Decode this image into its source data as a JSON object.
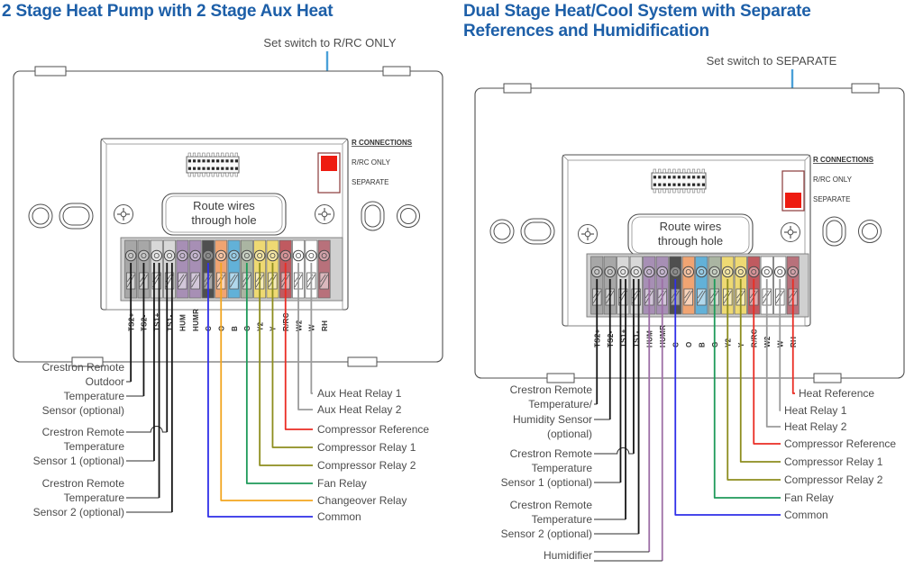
{
  "colors": {
    "title": "#1d5fa8",
    "outline": "#4f4f4f",
    "label_text": "#4c4c4c",
    "small_text": "#333333",
    "callout_line": "#4aa0d8",
    "switch_red": "#ee1b10",
    "switch_outline": "#8a3a3a",
    "terminal_backing": "#d0d0d0",
    "wires": {
      "black": "#161616",
      "blue": "#2f2fe8",
      "orange": "#f2a51f",
      "green": "#1e9a5a",
      "olive": "#8d8d1e",
      "red": "#ea2d24",
      "gray": "#9b9b9b",
      "purple": "#9d6fa6"
    }
  },
  "diagrams": [
    {
      "id": "heat-pump-2stage",
      "title": "2 Stage Heat Pump with 2 Stage Aux Heat",
      "callout": "Set switch to R/RC ONLY",
      "switch_setting": "R/RC ONLY",
      "r_connections": {
        "heading": "R CONNECTIONS",
        "options": [
          "R/RC ONLY",
          "SEPARATE"
        ]
      },
      "route_label": "Route wires\nthrough hole",
      "terminals": [
        {
          "label": "TS2+",
          "color": "#a7a7a7",
          "wires": [
            "black"
          ]
        },
        {
          "label": "TS2-",
          "color": "#a7a7a7",
          "wires": [
            "black"
          ]
        },
        {
          "label": "TS1+",
          "color": "#d8d8d8",
          "wires": [
            "black",
            "black"
          ]
        },
        {
          "label": "TS1-",
          "color": "#d8d8d8",
          "wires": [
            "black",
            "black"
          ]
        },
        {
          "label": "HUM",
          "color": "#a78fb5",
          "wires": []
        },
        {
          "label": "HUMR",
          "color": "#a78fb5",
          "wires": []
        },
        {
          "label": "C",
          "color": "#4f4f4f",
          "wires": [
            "blue"
          ]
        },
        {
          "label": "O",
          "color": "#f0a472",
          "wires": [
            "orange"
          ]
        },
        {
          "label": "B",
          "color": "#62b1d8",
          "wires": []
        },
        {
          "label": "G",
          "color": "#aab5a2",
          "wires": [
            "green"
          ]
        },
        {
          "label": "Y2",
          "color": "#eed973",
          "wires": [
            "olive"
          ]
        },
        {
          "label": "Y",
          "color": "#eed973",
          "wires": [
            "olive"
          ]
        },
        {
          "label": "R/RC",
          "color": "#c05a60",
          "wires": [
            "red"
          ]
        },
        {
          "label": "W2",
          "color": "#ffffff",
          "wires": [
            "gray"
          ]
        },
        {
          "label": "W",
          "color": "#ffffff",
          "wires": [
            "gray"
          ]
        },
        {
          "label": "RH",
          "color": "#b8717b",
          "wires": []
        }
      ],
      "left_labels": [
        {
          "lines": [
            "Crestron Remote",
            "Outdoor",
            "Temperature",
            "Sensor (optional)"
          ]
        },
        {
          "lines": [
            "Crestron Remote",
            "Temperature",
            "Sensor 1 (optional)"
          ]
        },
        {
          "lines": [
            "Crestron Remote",
            "Temperature",
            "Sensor 2 (optional)"
          ]
        }
      ],
      "right_labels": [
        {
          "label": "Aux Heat Relay 1",
          "wire": "gray"
        },
        {
          "label": "Aux Heat Relay 2",
          "wire": "gray"
        },
        {
          "label": "Compressor Reference",
          "wire": "red"
        },
        {
          "label": "Compressor Relay 1",
          "wire": "olive"
        },
        {
          "label": "Compressor Relay 2",
          "wire": "olive"
        },
        {
          "label": "Fan Relay",
          "wire": "green"
        },
        {
          "label": "Changeover Relay",
          "wire": "orange"
        },
        {
          "label": "Common",
          "wire": "blue"
        }
      ]
    },
    {
      "id": "dual-stage-heat-cool",
      "title": "Dual Stage Heat/Cool System with Separate\nReferences and Humidification",
      "callout": "Set switch to SEPARATE",
      "switch_setting": "SEPARATE",
      "r_connections": {
        "heading": "R CONNECTIONS",
        "options": [
          "R/RC ONLY",
          "SEPARATE"
        ]
      },
      "route_label": "Route wires\nthrough hole",
      "terminals": [
        {
          "label": "TS2+",
          "color": "#a7a7a7",
          "wires": [
            "black"
          ]
        },
        {
          "label": "TS2-",
          "color": "#a7a7a7",
          "wires": [
            "black"
          ]
        },
        {
          "label": "TS1+",
          "color": "#d8d8d8",
          "wires": [
            "black",
            "black"
          ]
        },
        {
          "label": "TS1-",
          "color": "#d8d8d8",
          "wires": [
            "black",
            "black"
          ]
        },
        {
          "label": "HUM",
          "color": "#a78fb5",
          "wires": [
            "purple"
          ]
        },
        {
          "label": "HUMR",
          "color": "#a78fb5",
          "wires": [
            "purple"
          ]
        },
        {
          "label": "C",
          "color": "#4f4f4f",
          "wires": [
            "blue"
          ]
        },
        {
          "label": "O",
          "color": "#f0a472",
          "wires": []
        },
        {
          "label": "B",
          "color": "#62b1d8",
          "wires": []
        },
        {
          "label": "G",
          "color": "#aab5a2",
          "wires": [
            "green"
          ]
        },
        {
          "label": "Y2",
          "color": "#eed973",
          "wires": [
            "olive"
          ]
        },
        {
          "label": "Y",
          "color": "#eed973",
          "wires": [
            "olive"
          ]
        },
        {
          "label": "R/RC",
          "color": "#c05a60",
          "wires": [
            "red"
          ]
        },
        {
          "label": "W2",
          "color": "#ffffff",
          "wires": [
            "gray"
          ]
        },
        {
          "label": "W",
          "color": "#ffffff",
          "wires": [
            "gray"
          ]
        },
        {
          "label": "RH",
          "color": "#b8717b",
          "wires": [
            "red"
          ]
        }
      ],
      "left_labels": [
        {
          "lines": [
            "Crestron Remote",
            "Temperature/",
            "Humidity Sensor",
            "(optional)"
          ]
        },
        {
          "lines": [
            "Crestron Remote",
            "Temperature",
            "Sensor 1 (optional)"
          ]
        },
        {
          "lines": [
            "Crestron Remote",
            "Temperature",
            "Sensor 2 (optional)"
          ]
        },
        {
          "lines": [
            "Humidifier"
          ]
        }
      ],
      "right_labels": [
        {
          "label": "Heat Reference",
          "wire": "red"
        },
        {
          "label": "Heat Relay 1",
          "wire": "gray"
        },
        {
          "label": "Heat Relay 2",
          "wire": "gray"
        },
        {
          "label": "Compressor Reference",
          "wire": "red"
        },
        {
          "label": "Compressor Relay 1",
          "wire": "olive"
        },
        {
          "label": "Compressor Relay 2",
          "wire": "olive"
        },
        {
          "label": "Fan Relay",
          "wire": "green"
        },
        {
          "label": "Common",
          "wire": "blue"
        }
      ]
    }
  ]
}
